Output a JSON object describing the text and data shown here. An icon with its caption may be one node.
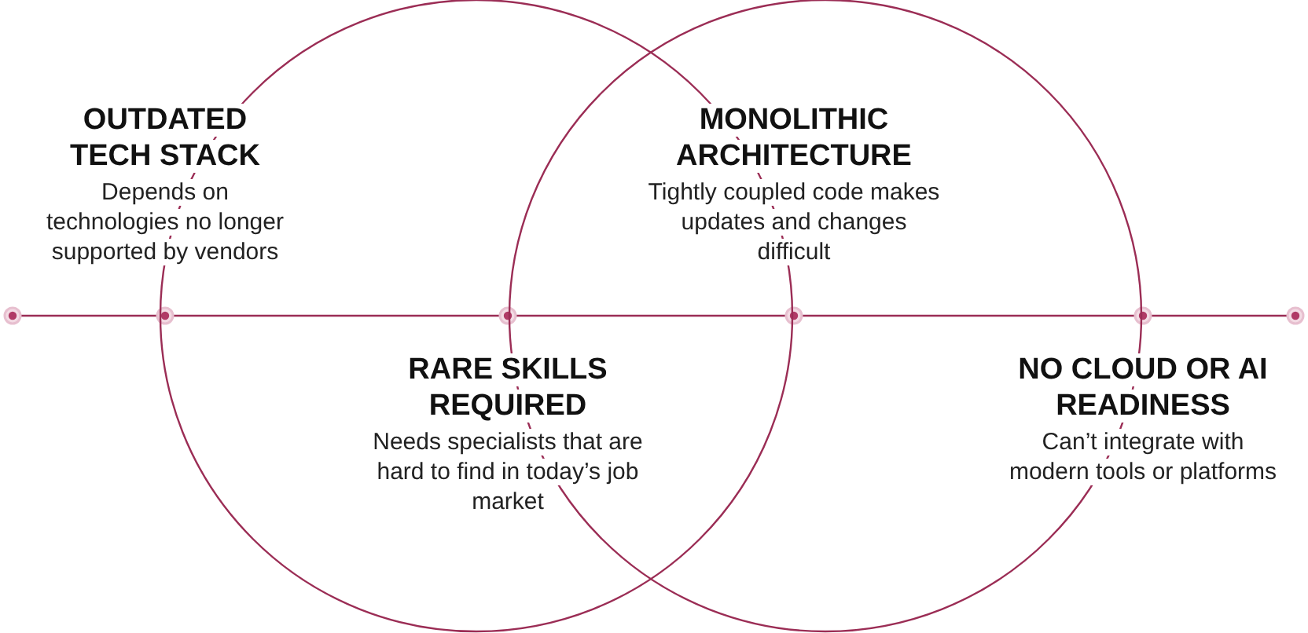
{
  "diagram": {
    "nodes": [
      {
        "text": [],
        "shape": "circle"
      },
      {
        "text": [],
        "shape": "circle"
      }
    ],
    "labels": [
      "OUTDATED TECH STACK",
      "Depends on technologies no longer supported by vendors",
      "MONOLITHIC ARCHITECTURE",
      "Tightly coupled code makes updates and changes difficult",
      "RARE SKILLS REQUIRED",
      "Needs specialists that are hard to find in today’s job market",
      "NO CLOUD OR AI READINESS",
      "Can’t integrate with modern tools or platforms"
    ]
  }
}
